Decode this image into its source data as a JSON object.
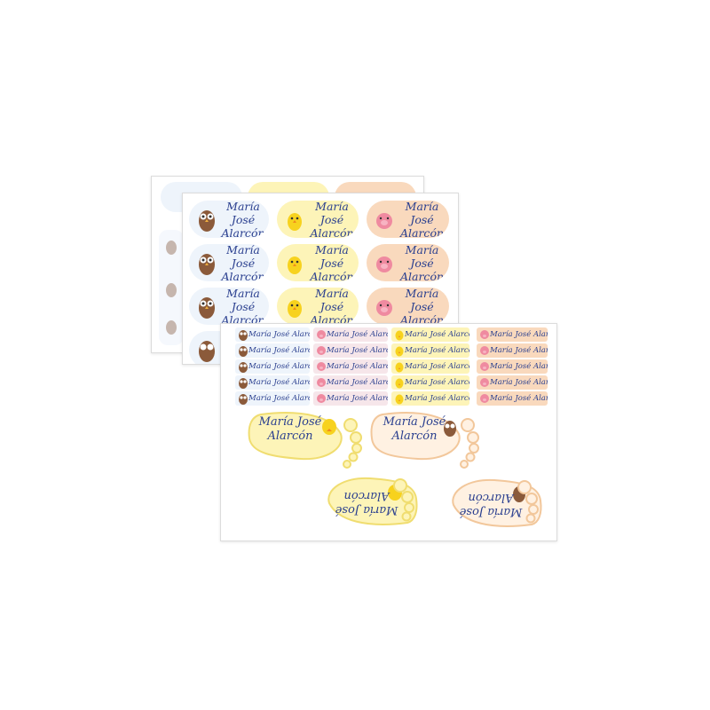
{
  "label": {
    "first_name": "María José",
    "last_name": "Alarcón",
    "full_name": "María José Alarcón"
  },
  "colors": {
    "blue": "#eef4fb",
    "yellow": "#fdf4b8",
    "peach": "#f9d9bd",
    "pink": "#f6e6ea",
    "text": "#2a3f8f"
  },
  "icons": [
    "owl-icon",
    "chick-icon",
    "pig-icon"
  ]
}
